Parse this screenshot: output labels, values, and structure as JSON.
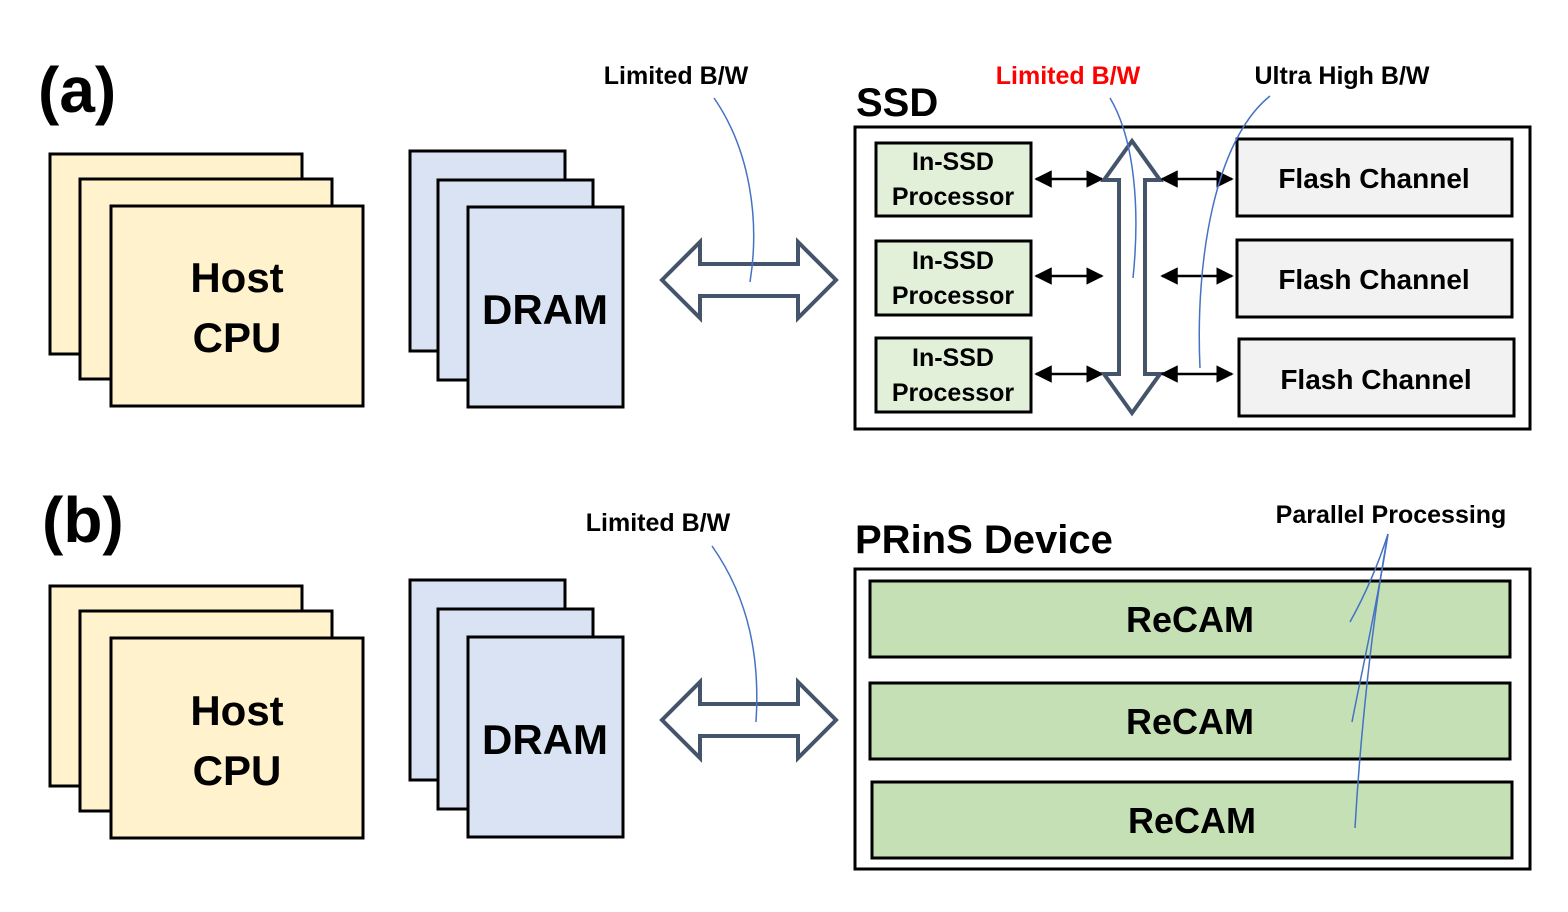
{
  "panel_a": {
    "label": "(a)",
    "host": {
      "line1": "Host",
      "line2": "CPU"
    },
    "dram": "DRAM",
    "link_label": "Limited B/W",
    "ssd": {
      "title": "SSD",
      "internal_bus_label": "Limited B/W",
      "internal_bus_label_color": "#ff0000",
      "flash_bw_label": "Ultra High B/W",
      "processors": [
        {
          "line1": "In-SSD",
          "line2": "Processor"
        },
        {
          "line1": "In-SSD",
          "line2": "Processor"
        },
        {
          "line1": "In-SSD",
          "line2": "Processor"
        }
      ],
      "flash_channels": [
        "Flash Channel",
        "Flash Channel",
        "Flash Channel"
      ]
    }
  },
  "panel_b": {
    "label": "(b)",
    "host": {
      "line1": "Host",
      "line2": "CPU"
    },
    "dram": "DRAM",
    "link_label": "Limited B/W",
    "device": {
      "title": "PRinS Device",
      "parallel_label": "Parallel Processing",
      "recams": [
        "ReCAM",
        "ReCAM",
        "ReCAM"
      ]
    }
  },
  "colors": {
    "cpu_fill": "#fff2cc",
    "dram_fill": "#dae3f3",
    "processor_fill": "#e2f0d9",
    "flash_fill": "#f2f2f2",
    "recam_fill": "#c5e0b4",
    "arrow_stroke": "#44546a",
    "callout_stroke": "#4472c4"
  }
}
